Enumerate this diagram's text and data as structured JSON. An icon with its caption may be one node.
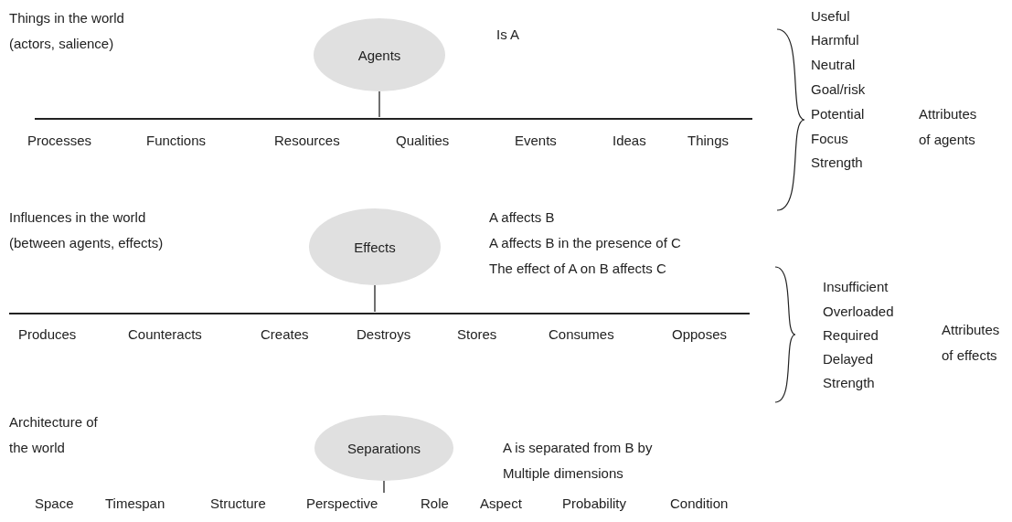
{
  "diagram": {
    "nodes": [
      {
        "text": [
          "Agents"
        ]
      },
      {
        "text": [],
        "shape": "bar"
      },
      {
        "text": [
          "Effects"
        ]
      },
      {
        "text": [],
        "shape": "bar"
      },
      {
        "text": [
          "Separations"
        ]
      }
    ],
    "edges": [
      {
        "from": 0,
        "to": 1,
        "arrow": "none"
      },
      {
        "from": 2,
        "to": 3,
        "arrow": "none"
      },
      {
        "from": 4,
        "to": null,
        "arrow": "none"
      }
    ],
    "labels": [
      "Things in the world (actors, salience)",
      "Is A",
      "Useful",
      "Harmful",
      "Neutral",
      "Goal/risk",
      "Potential",
      "Focus",
      "Strength",
      "Attributes of agents",
      "Processes",
      "Functions",
      "Resources",
      "Qualities",
      "Events",
      "Ideas",
      "Things",
      "Influences in the world (between agents, effects)",
      "A affects B",
      "A affects B in the presence of C",
      "The effect of A on B affects C",
      "Insufficient",
      "Overloaded",
      "Required",
      "Delayed",
      "Strength",
      "Attributes of effects",
      "Produces",
      "Counteracts",
      "Creates",
      "Destroys",
      "Stores",
      "Consumes",
      "Opposes",
      "Architecture of the world",
      "A is separated from B by Multiple dimensions",
      "Space",
      "Timespan",
      "Structure",
      "Perspective",
      "Role",
      "Aspect",
      "Probability",
      "Condition"
    ]
  }
}
